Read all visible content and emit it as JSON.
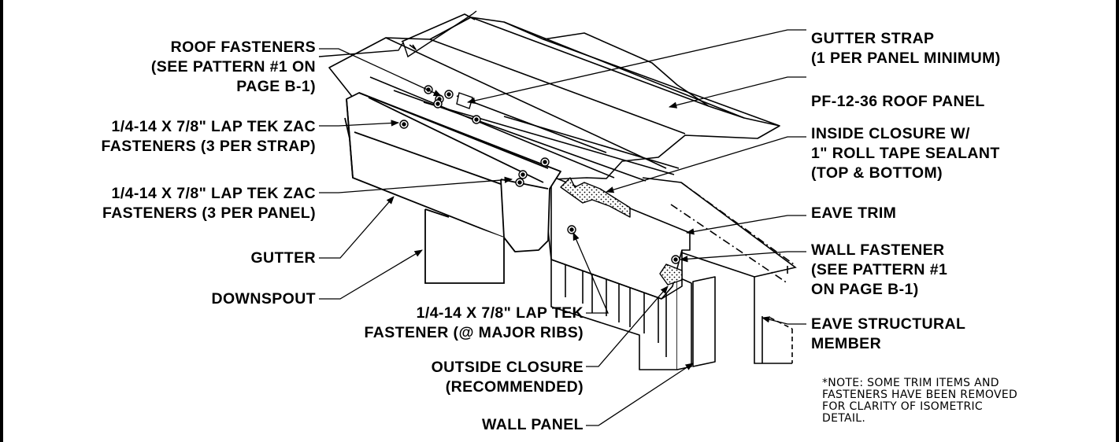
{
  "labels_left": {
    "roof_fasteners": "ROOF FASTENERS\n(SEE PATTERN #1 ON\nPAGE B-1)",
    "strap_fasteners": "1/4-14 X 7/8\" LAP TEK ZAC\nFASTENERS (3 PER STRAP)",
    "panel_fasteners": "1/4-14 X 7/8\" LAP TEK ZAC\nFASTENERS (3 PER PANEL)",
    "gutter": "GUTTER",
    "downspout": "DOWNSPOUT",
    "lap_tek_fastener": "1/4-14 X 7/8\" LAP TEK\nFASTENER (@ MAJOR RIBS)",
    "outside_closure": "OUTSIDE CLOSURE\n(RECOMMENDED)",
    "wall_panel": "WALL PANEL"
  },
  "labels_right": {
    "gutter_strap": "GUTTER STRAP\n(1 PER PANEL MINIMUM)",
    "roof_panel": "PF-12-36 ROOF PANEL",
    "inside_closure": "INSIDE CLOSURE W/\n1\" ROLL TAPE SEALANT\n(TOP & BOTTOM)",
    "eave_trim": "EAVE TRIM",
    "wall_fastener": "WALL FASTENER\n(SEE PATTERN #1\nON PAGE B-1)",
    "eave_structural": "EAVE STRUCTURAL\nMEMBER"
  },
  "note": "*NOTE: SOME TRIM ITEMS AND\nFASTENERS HAVE BEEN REMOVED\nFOR CLARITY OF ISOMETRIC\nDETAIL."
}
